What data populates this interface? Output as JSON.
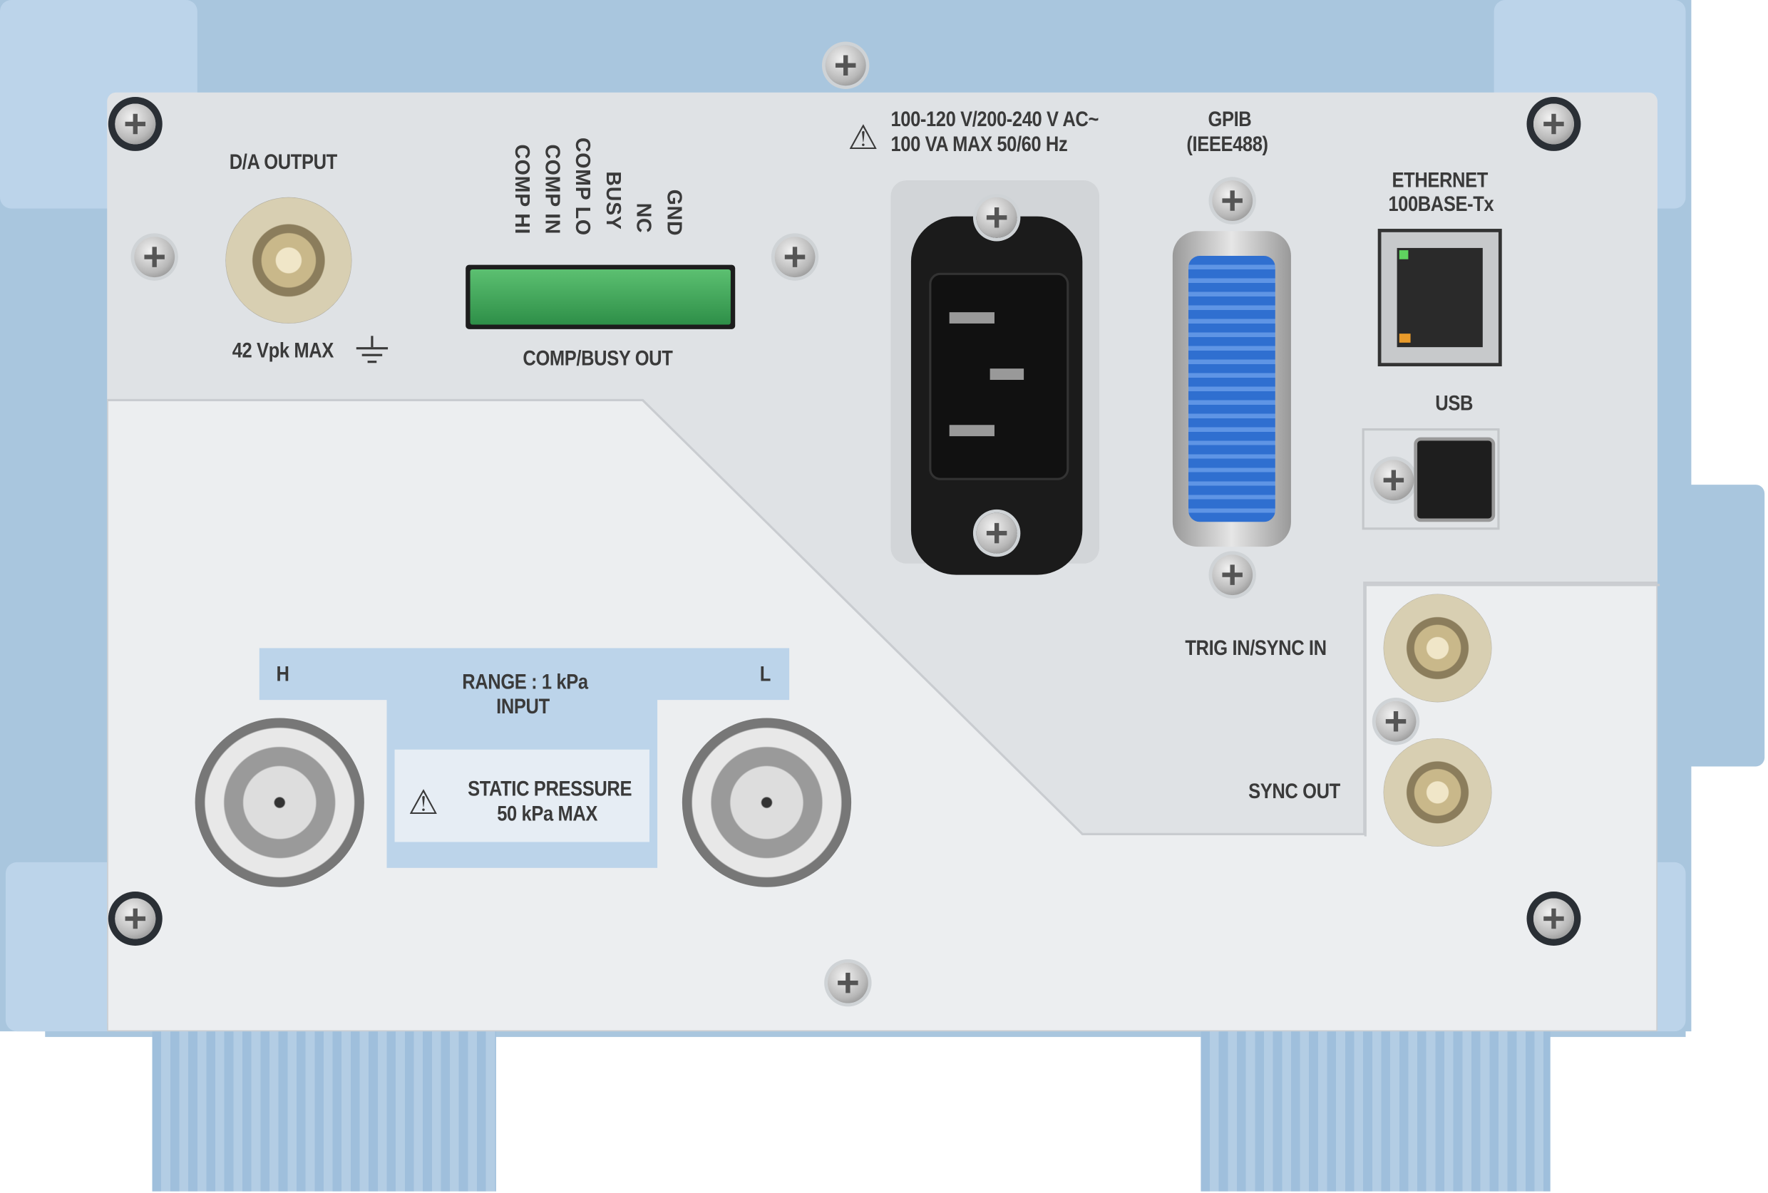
{
  "da_output": {
    "title": "D/A OUTPUT",
    "rating": "42 Vpk MAX"
  },
  "comp_busy": {
    "pins": [
      "COMP HI",
      "COMP IN",
      "COMP LO",
      "BUSY",
      "NC",
      "GND"
    ],
    "title": "COMP/BUSY OUT"
  },
  "power": {
    "line1": "100-120 V/200-240 V AC~",
    "line2": "100 VA MAX 50/60 Hz"
  },
  "gpib": {
    "line1": "GPIB",
    "line2": "(IEEE488)"
  },
  "ethernet": {
    "line1": "ETHERNET",
    "line2": "100BASE-Tx"
  },
  "usb": {
    "label": "USB"
  },
  "trig_in": {
    "label": "TRIG IN/SYNC IN"
  },
  "sync_out": {
    "label": "SYNC OUT"
  },
  "input": {
    "h": "H",
    "l": "L",
    "range": "RANGE : 1 kPa",
    "title": "INPUT",
    "warn1": "STATIC PRESSURE",
    "warn2": "50 kPa MAX"
  },
  "colors": {
    "frame": "#a9c6de",
    "panel": "#e3e5e7",
    "terminal": "#3aa55a",
    "gpib": "#2f6fd0"
  }
}
